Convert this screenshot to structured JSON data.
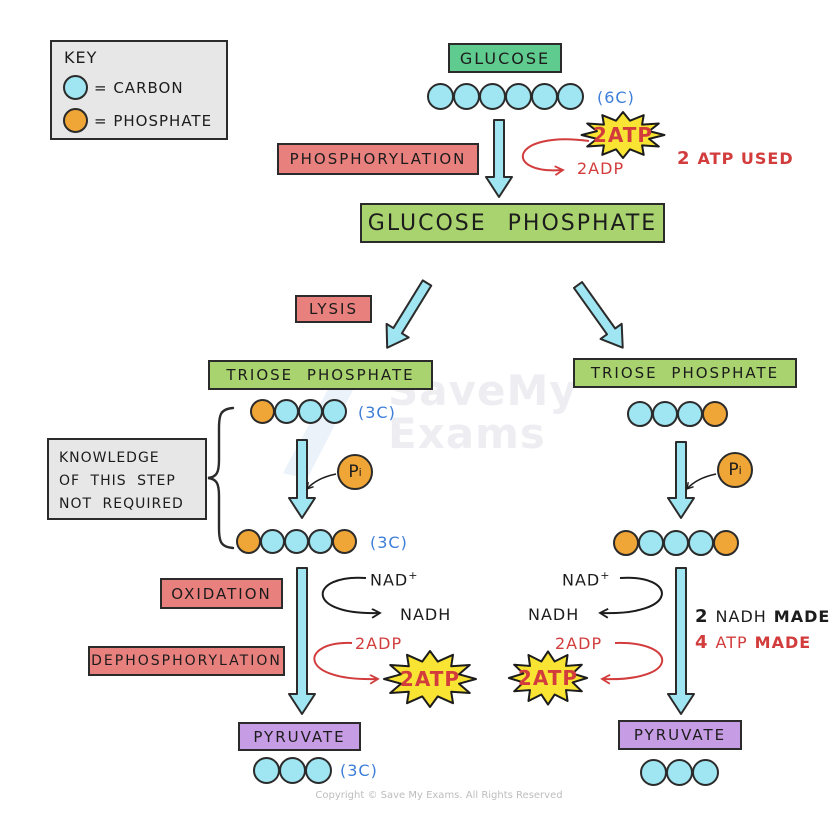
{
  "key": {
    "title": "KEY",
    "items": [
      {
        "type": "carbon",
        "label": "= CARBON"
      },
      {
        "type": "phosphate",
        "label": "= PHOSPHATE"
      }
    ]
  },
  "top": {
    "glucose": "GLUCOSE",
    "carbons_6": "(6C)",
    "phosphorylation": "PHOSPHORYLATION",
    "atp_burst": "2ATP",
    "adp": "2ADP",
    "used_qty": "2",
    "used_label": "ATP USED",
    "glucose_phosphate": "GLUCOSE PHOSPHATE"
  },
  "lysis": "LYSIS",
  "note": {
    "line1": "KNOWLEDGE",
    "line2": "OF THIS STEP",
    "line3": "NOT REQUIRED"
  },
  "left": {
    "triose": "TRIOSE PHOSPHATE",
    "c3_row1": "(3C)",
    "c3_row2": "(3C)",
    "c3_pyruvate": "(3C)",
    "pi_p": "P",
    "pi_i": "i",
    "nad_base": "NAD",
    "nad_sup": "+",
    "nadh": "NADH",
    "adp": "2ADP",
    "atp_burst": "2ATP",
    "oxidation": "OXIDATION",
    "dephosphorylation": "DEPHOSPHORYLATION",
    "pyruvate": "PYRUVATE"
  },
  "right": {
    "triose": "TRIOSE PHOSPHATE",
    "pi_p": "P",
    "pi_i": "i",
    "nad_base": "NAD",
    "nad_sup": "+",
    "nadh": "NADH",
    "adp": "2ADP",
    "atp_burst": "2ATP",
    "nadh_made_qty": "2",
    "nadh_made_mol": "NADH",
    "nadh_made_verb": "MADE",
    "atp_made_qty": "4",
    "atp_made_mol": "ATP",
    "atp_made_verb": "MADE",
    "pyruvate": "PYRUVATE"
  },
  "chains": {
    "glucose": [
      "C",
      "C",
      "C",
      "C",
      "C",
      "C"
    ],
    "left_triose": [
      "P",
      "C",
      "C",
      "C"
    ],
    "right_triose": [
      "C",
      "C",
      "C",
      "P"
    ],
    "left_bpg": [
      "P",
      "C",
      "C",
      "C",
      "P"
    ],
    "right_bpg": [
      "P",
      "C",
      "C",
      "C",
      "P"
    ],
    "left_pyruvate": [
      "C",
      "C",
      "C"
    ],
    "right_pyruvate": [
      "C",
      "C",
      "C"
    ]
  },
  "watermark": {
    "line1": "SaveMy",
    "line2": "Exams"
  },
  "copyright": "Copyright © Save My Exams. All Rights Reserved",
  "colors": {
    "carbon": "#9fe5f2",
    "phosphate": "#f0a637",
    "box_green": "#5fcb8f",
    "box_lightgreen": "#a8d36e",
    "box_red": "#e8807e",
    "box_purple": "#c69ce4",
    "burst_yellow": "#f9e433",
    "red_text": "#d23c3c",
    "blue_text": "#3d7ed8",
    "outline": "#2b2b2b"
  }
}
